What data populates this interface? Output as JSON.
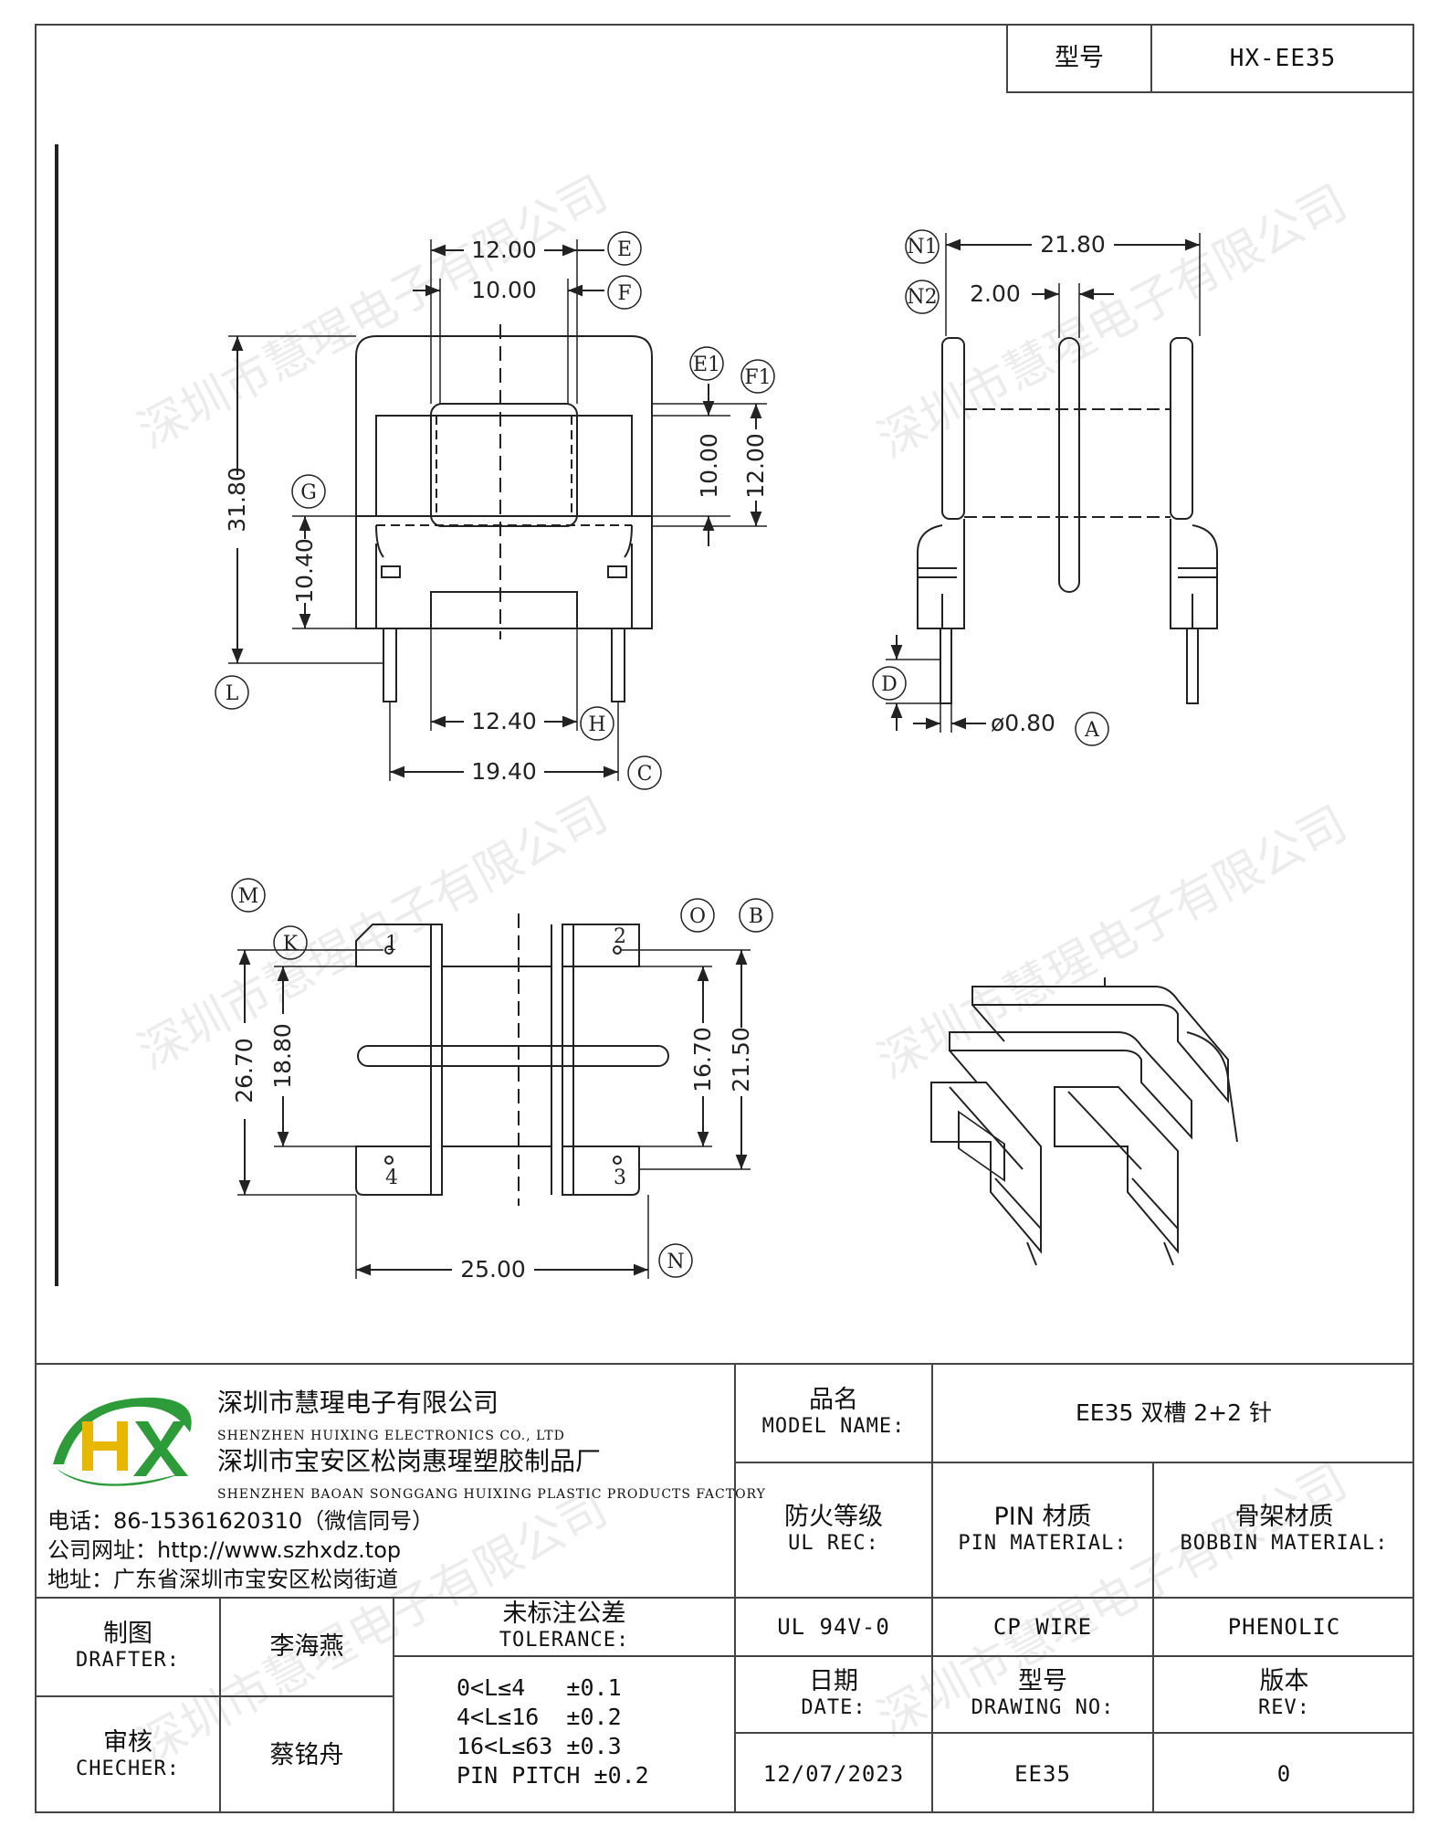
{
  "header": {
    "model_label": "型号",
    "model_value": "HX-EE35"
  },
  "drawing": {
    "front": {
      "e_top": "12.00",
      "f_top": "10.00",
      "e1_side": "10.00",
      "f1_side": "12.00",
      "height": "31.80",
      "g_height": "10.40",
      "h_width": "12.40",
      "c_width": "19.40"
    },
    "side": {
      "n1_width": "21.80",
      "n2_width": "2.00",
      "pin_dia": "ø0.80"
    },
    "bottom": {
      "m_height": "26.70",
      "k_height": "18.80",
      "o_height": "16.70",
      "b_height": "21.50",
      "n_width": "25.00"
    },
    "labels": {
      "E": "E",
      "F": "F",
      "E1": "E1",
      "F1": "F1",
      "G": "G",
      "L": "L",
      "H": "H",
      "C": "C",
      "N1": "N1",
      "N2": "N2",
      "D": "D",
      "A": "A",
      "M": "M",
      "K": "K",
      "O": "O",
      "B": "B",
      "N": "N"
    },
    "pins": {
      "p1": "1",
      "p2": "2",
      "p3": "3",
      "p4": "4"
    }
  },
  "watermark": "深圳市慧瑆电子有限公司",
  "company": {
    "logo_text": "HX",
    "name_cn": "深圳市慧瑆电子有限公司",
    "name_en": "SHENZHEN HUIXING ELECTRONICS CO., LTD",
    "factory_cn": "深圳市宝安区松岗惠瑆塑胶制品厂",
    "factory_en": "SHENZHEN BAOAN SONGGANG HUIXING PLASTIC PRODUCTS FACTORY",
    "phone": "电话：86-15361620310（微信同号）",
    "website": "公司网址：http://www.szhxdz.top",
    "address": "地址：广东省深圳市宝安区松岗街道"
  },
  "title_block": {
    "model_name_cn": "品名",
    "model_name_en": "MODEL NAME:",
    "model_name_value": "EE35 双槽 2+2 针",
    "ul_cn": "防火等级",
    "ul_en": "UL REC:",
    "pin_cn": "PIN 材质",
    "pin_en": "PIN MATERIAL:",
    "bobbin_cn": "骨架材质",
    "bobbin_en": "BOBBIN MATERIAL:",
    "ul_value": "UL 94V-0",
    "pin_value": "CP WIRE",
    "bobbin_value": "PHENOLIC",
    "drafter_cn": "制图",
    "drafter_en": "DRAFTER:",
    "drafter_value": "李海燕",
    "checker_cn": "审核",
    "checker_en": "CHECHER:",
    "checker_value": "蔡铭舟",
    "tolerance_cn": "未标注公差",
    "tolerance_en": "TOLERANCE:",
    "tolerances": [
      "0<L≤4   ±0.1",
      "4<L≤16  ±0.2",
      "16<L≤63 ±0.3",
      "PIN PITCH ±0.2"
    ],
    "date_cn": "日期",
    "date_en": "DATE:",
    "date_value": "12/07/2023",
    "drawing_cn": "型号",
    "drawing_en": "DRAWING NO:",
    "drawing_value": "EE35",
    "rev_cn": "版本",
    "rev_en": "REV:",
    "rev_value": "0"
  }
}
